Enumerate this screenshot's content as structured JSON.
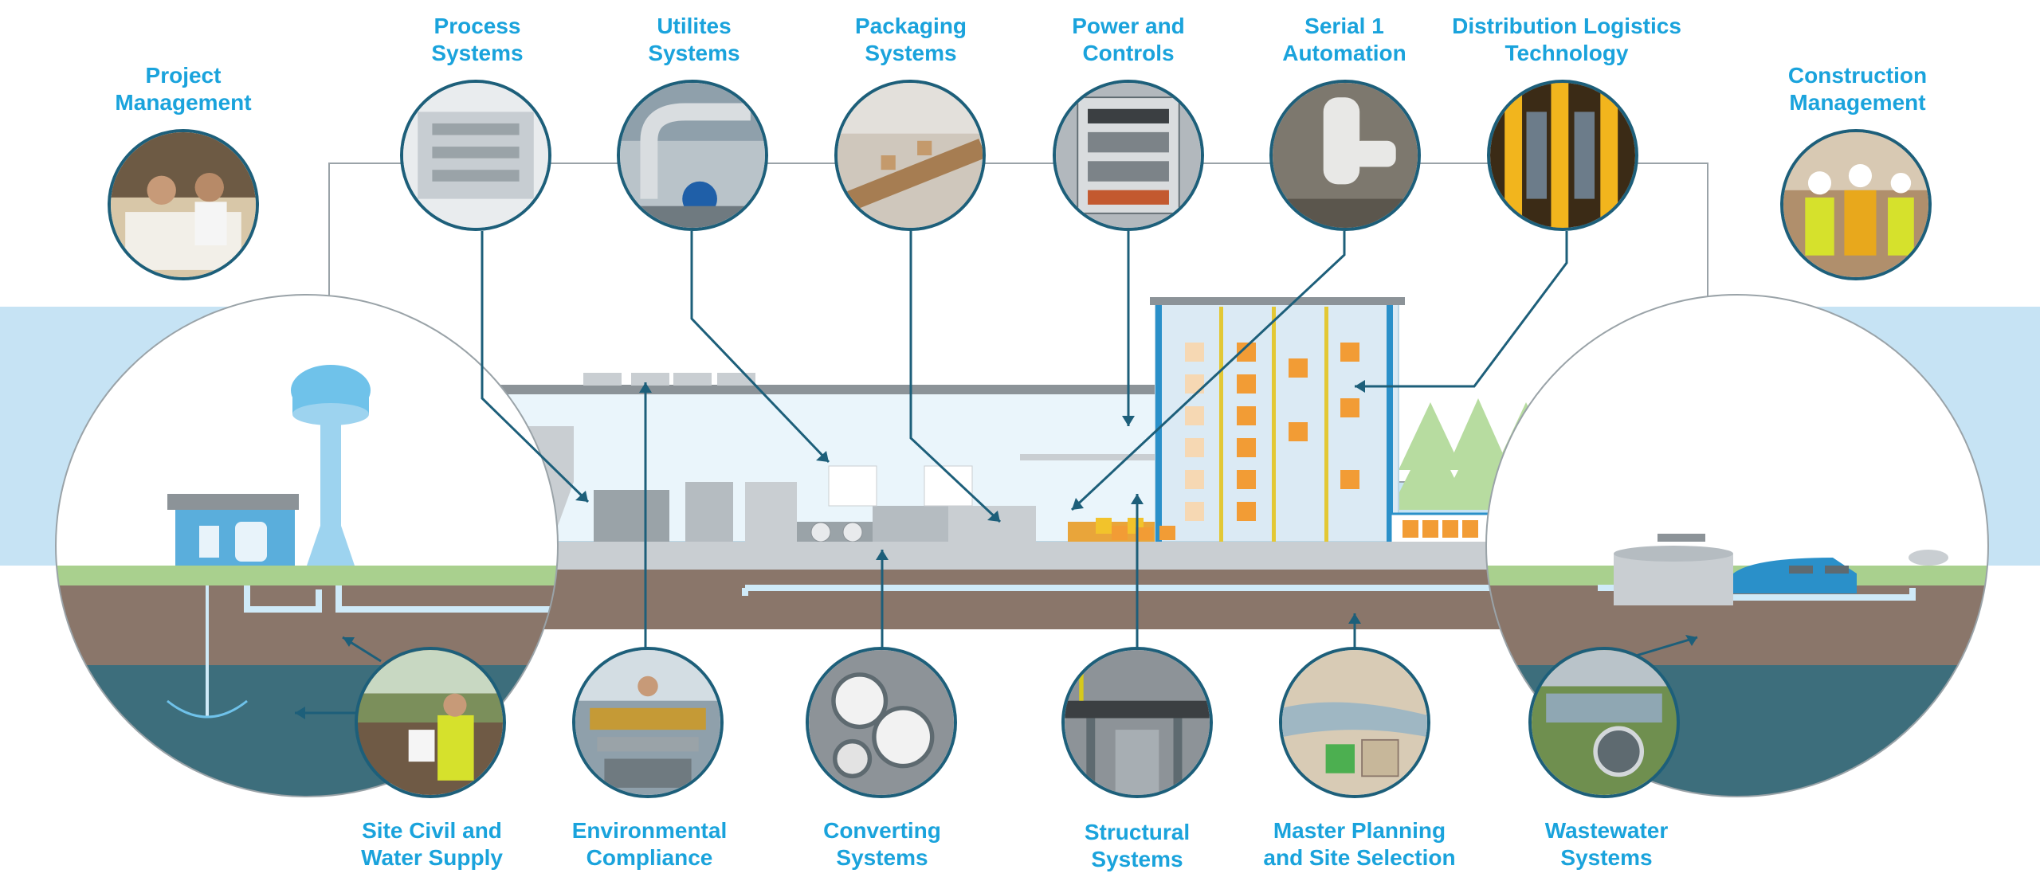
{
  "labels": {
    "project_management": [
      "Project",
      "Management"
    ],
    "process_systems": [
      "Process",
      "Systems"
    ],
    "utilities_systems": [
      "Utilites",
      "Systems"
    ],
    "packaging_systems": [
      "Packaging",
      "Systems"
    ],
    "power_and_controls": [
      "Power and",
      "Controls"
    ],
    "serial_1_automation": [
      "Serial 1",
      "Automation"
    ],
    "distribution_logistics": [
      "Distribution Logistics",
      "Technology"
    ],
    "construction_management": [
      "Construction",
      "Management"
    ],
    "site_civil": [
      "Site Civil and",
      "Water Supply"
    ],
    "environmental_compliance": [
      "Environmental",
      "Compliance"
    ],
    "converting_systems": [
      "Converting",
      "Systems"
    ],
    "structural_systems": [
      "Structural",
      "Systems"
    ],
    "master_planning": [
      "Master Planning",
      "and Site Selection"
    ],
    "wastewater_systems": [
      "Wastewater",
      "Systems"
    ]
  },
  "colors": {
    "label_blue": "#1aa3dc",
    "connector": "#1d5f7a",
    "band_light_blue": "#c6e3f4",
    "ground_brown": "#8a766a",
    "water_teal": "#3d6e7c",
    "grass": "#a9d08e",
    "tree_green": "#b7dca0"
  },
  "icons": [
    "water-tower-icon",
    "pump-house-icon",
    "tree-icon",
    "truck-icon",
    "forklift-icon",
    "storage-tank-icon",
    "pond-icon"
  ]
}
